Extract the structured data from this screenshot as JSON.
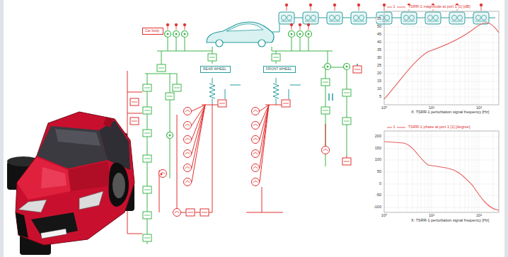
{
  "diagram": {
    "nodes": [
      {
        "text": [
          "Car body"
        ]
      },
      {
        "text": [
          "REAR WHEEL"
        ]
      },
      {
        "text": [
          "FRONT WHEEL"
        ]
      }
    ],
    "labels": [
      "1",
      "TSRR-1 magnitude at port 1 [1] [dB]",
      "55",
      "50",
      "45",
      "40",
      "35",
      "30",
      "25",
      "20",
      "15",
      "10",
      "5",
      "10⁰",
      "10¹",
      "10²",
      "X: TSRR-1 perturbation signal frequency [Hz]",
      "1",
      "TSRR-1 phase at port 1 [1] [degree]",
      "200",
      "150",
      "100",
      "50",
      "0",
      "-50",
      "-100",
      "10⁰",
      "10¹",
      "10²",
      "X: TSRR-1 perturbation signal frequency [Hz]"
    ]
  }
}
